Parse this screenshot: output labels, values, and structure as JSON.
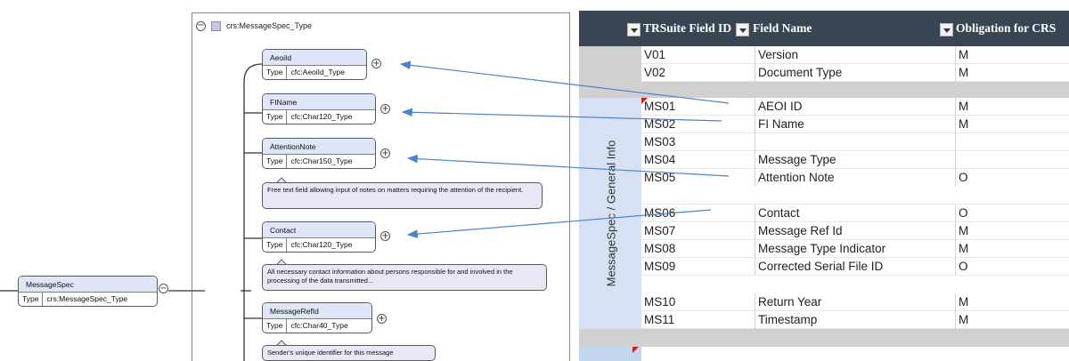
{
  "schema": {
    "panel_title": "crs:MessageSpec_Type",
    "type_label": "Type",
    "root": {
      "name": "MessageSpec",
      "type": "crs:MessageSpec_Type"
    },
    "elements": [
      {
        "name": "AeoiId",
        "type": "cfc:AeoiId_Type"
      },
      {
        "name": "FIName",
        "type": "cfc:Char120_Type"
      },
      {
        "name": "AttentionNote",
        "type": "cfc:Char150_Type"
      },
      {
        "name": "Contact",
        "type": "cfc:Char120_Type"
      },
      {
        "name": "MessageRefId",
        "type": "cfc:Char40_Type"
      }
    ],
    "notes": {
      "attention": "Free text field allowing input of notes on matters requiring the attention of the recipient.",
      "contact": "All necessary contact information about persons responsible for and involved in the processing of the data transmitted...",
      "message_ref": "Sender's unique identifier for this message"
    }
  },
  "sheet": {
    "headers": [
      "TRSuite Field ID",
      "Field Name",
      "Obligation for CRS"
    ],
    "group_label": "MessageSpec / General Info",
    "rows": [
      {
        "id": "V01",
        "name": "Version",
        "obligation": "M"
      },
      {
        "id": "V02",
        "name": "Document Type",
        "obligation": "M"
      },
      {
        "id": "MS01",
        "name": "AEOI ID",
        "obligation": "M"
      },
      {
        "id": "MS02",
        "name": "FI Name",
        "obligation": "M"
      },
      {
        "id": "MS03",
        "name": "",
        "obligation": ""
      },
      {
        "id": "MS04",
        "name": "Message Type",
        "obligation": ""
      },
      {
        "id": "MS05",
        "name": "Attention Note",
        "obligation": "O"
      },
      {
        "id": "MS06",
        "name": "Contact",
        "obligation": "O"
      },
      {
        "id": "MS07",
        "name": "Message Ref Id",
        "obligation": "M"
      },
      {
        "id": "MS08",
        "name": "Message Type Indicator",
        "obligation": "M"
      },
      {
        "id": "MS09",
        "name": "Corrected Serial File ID",
        "obligation": "O"
      },
      {
        "id": "MS10",
        "name": "Return Year",
        "obligation": "M"
      },
      {
        "id": "MS11",
        "name": "Timestamp",
        "obligation": "M"
      }
    ]
  },
  "colors": {
    "header_bg": "#3a4553",
    "arrow": "#4a83c7",
    "element_name_bg": "#dfe6f7",
    "note_bg": "#e9e6f6",
    "group_band": "#d6e2f3"
  }
}
